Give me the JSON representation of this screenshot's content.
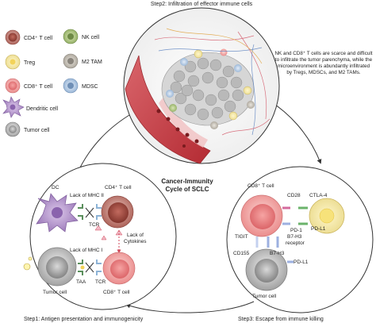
{
  "title": {
    "step2": "Step2: Infiltration of effector immune cells",
    "center_line1": "Cancer-Immunity",
    "center_line2": "Cycle of SCLC",
    "step1": "Step1: Antigen presentation and immunogenicity",
    "step3": "Step3: Escape from immune killing"
  },
  "legend": {
    "cd4": "CD4⁺ T cell",
    "nk": "NK cell",
    "treg": "Treg",
    "m2": "M2 TAM",
    "cd8": "CD8⁺ T cell",
    "mdsc": "MDSC",
    "dc": "Dendritic cell",
    "tumor": "Tumor cell"
  },
  "step2_note": "NK and CD8⁺ T cells are scarce and difficult to infiltrate the tumor parenchyma, while the microenvironment is abundantly infiltrated by Tregs, MDSCs, and M2 TAMs.",
  "step1_labels": {
    "dc": "DC",
    "cd4": "CD4⁺ T cell",
    "lack_mhc2": "Lack of MHC II",
    "tcr1": "TCR",
    "lack_cyto1": "Lack of",
    "lack_cyto2": "Cytokines",
    "lack_mhc1": "Lack of MHC I",
    "tumor": "Tumor cell",
    "taa": "TAA",
    "tcr2": "TCR",
    "cd8": "CD8⁺ T cell"
  },
  "step3_labels": {
    "cd8": "CD8⁺ T cell",
    "cd28": "CD28",
    "ctla4": "CTLA-4",
    "pd1": "PD-1",
    "b7h3a": "B7-H3",
    "b7h3b": "receptor",
    "pdl1a": "PD-L1",
    "tigit": "TIGIT",
    "cd155": "CD155",
    "b7h3c": "B7-H3",
    "pdl1b": "PD-L1",
    "tumor": "Tumor cell"
  }
}
